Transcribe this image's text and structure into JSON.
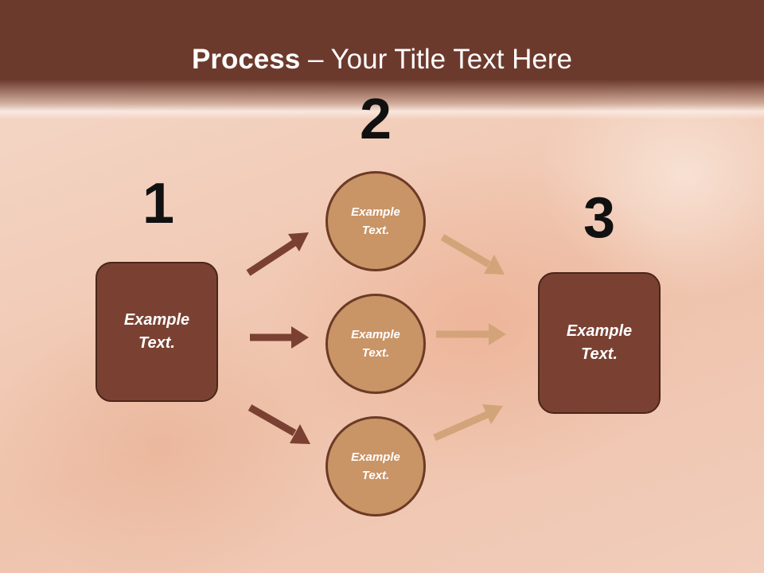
{
  "title": {
    "bold": "Process",
    "rest": " – Your Title Text Here"
  },
  "steps": {
    "one": "1",
    "two": "2",
    "three": "3"
  },
  "nodes": {
    "left_box": "Example Text.",
    "circle_top": "Example Text.",
    "circle_middle": "Example Text.",
    "circle_bottom": "Example Text.",
    "right_box": "Example Text."
  },
  "colors": {
    "header": "#6c3a2d",
    "box": "#7a4132",
    "circle": "#c99466",
    "arrow_dark": "#7a4132",
    "arrow_light": "#d3a47a"
  }
}
